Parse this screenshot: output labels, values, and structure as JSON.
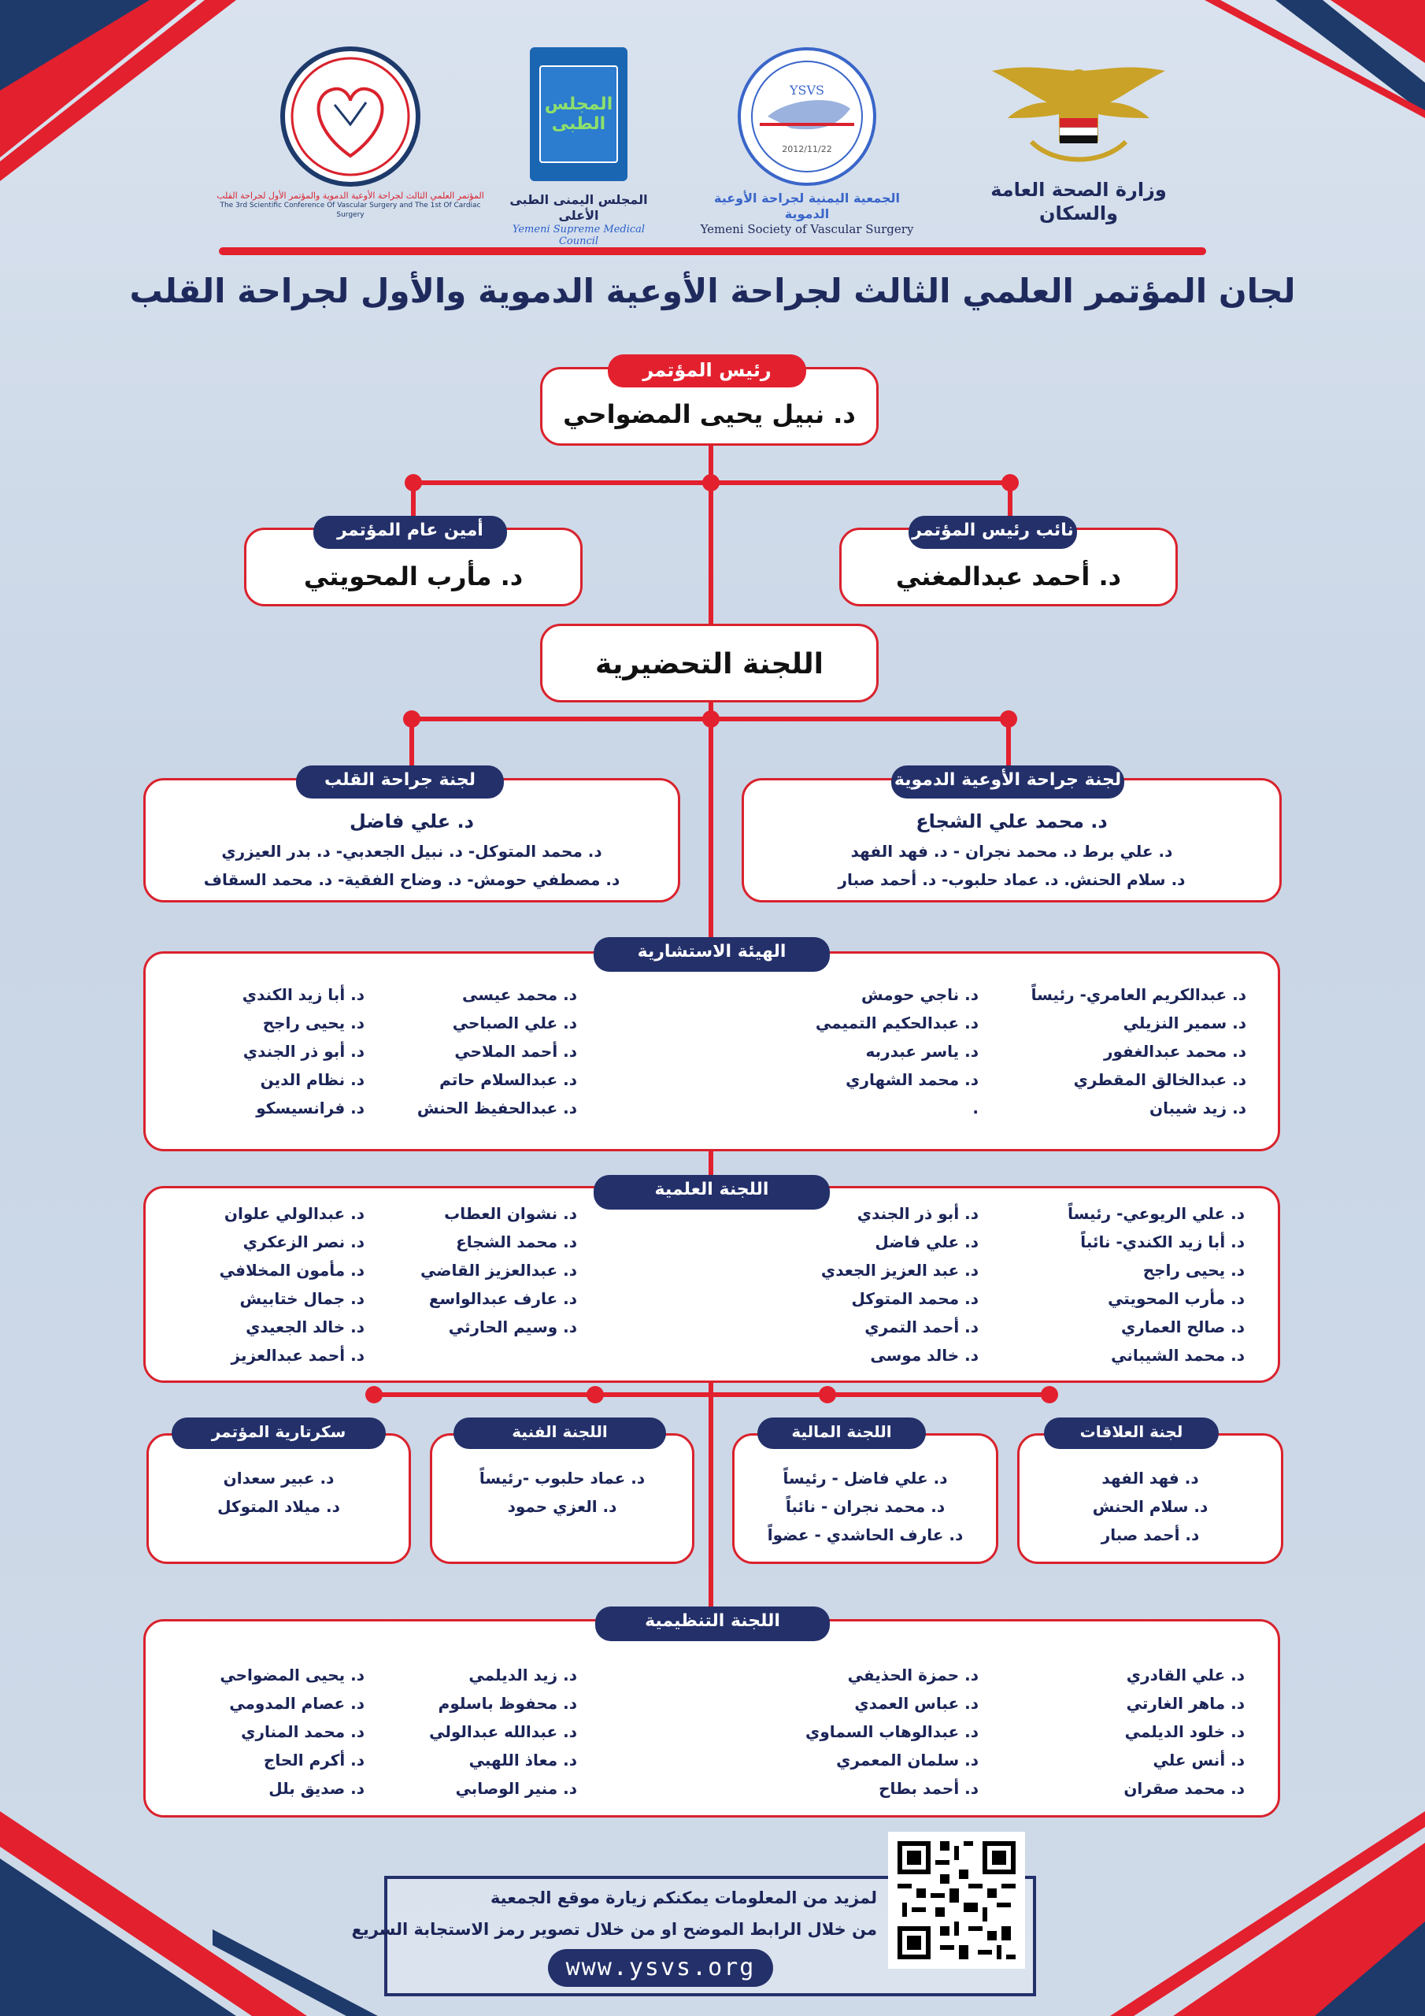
{
  "header": {
    "ministry": "وزارة الصحة العامة والسكان",
    "ysvs_ar": "الجمعية اليمنية لجراحة الأوعية الدموية",
    "ysvs_en": "Yemeni Society of Vascular Surgery",
    "ysvs_badge": "YSVS",
    "ysvs_date": "2012/11/22",
    "council_ar": "المجلس اليمنى الطبى الأعلى",
    "council_en": "Yemeni Supreme Medical Council",
    "council_logo": "المجلس الطبى",
    "conf_ar": "المؤتمر العلمي الثالث لجراحة الأوعية الدموية والمؤتمر الأول لجراحة القلب",
    "conf_en": "The 3rd Scientific Conference Of Vascular Surgery and The 1st Of Cardiac Surgery"
  },
  "title": "لجان المؤتمر العلمي الثالث لجراحة الأوعية الدموية والأول لجراحة القلب",
  "president": {
    "label": "رئيس المؤتمر",
    "name": "د. نبيل يحيى المضواحي"
  },
  "vice": {
    "label": "نائب رئيس المؤتمر",
    "name": "د. أحمد عبدالمغني"
  },
  "secretary_general": {
    "label": "أمين عام المؤتمر",
    "name": "د. مأرب المحويتي"
  },
  "prep": {
    "label": "اللجنة التحضيرية"
  },
  "vascular": {
    "label": "لجنة جراحة الأوعية الدموية",
    "lines": [
      "د. محمد علي الشجاع",
      "د. علي برط د. محمد نجران - د. فهد الفهد",
      "د. سلام الحنش. د. عماد حلبوب- د. أحمد صبار"
    ]
  },
  "cardiac": {
    "label": "لجنة جراحة القلب",
    "lines": [
      "د. علي فاضل",
      "د. محمد المتوكل- د. نبيل الجعدبي- د. بدر العيزري",
      "د. مصطفي حومش- د. وضاح الفقية- د. محمد السقاف"
    ]
  },
  "advisory": {
    "label": "الهيئة الاستشارية",
    "col1": [
      "د. عبدالكريم العامري- رئيساً",
      "د. سمير النزيلي",
      "د. محمد عبدالغفور",
      "د. عبدالخالق المقطري",
      "د. زيد شيبان"
    ],
    "col2": [
      "د. ناجي حومش",
      "د. عبدالحكيم التميمي",
      "د. ياسر عبدربه",
      "د. محمد الشهاري",
      "."
    ],
    "col3": [
      "د. محمد عيسى",
      "د. علي الصباحي",
      "د. أحمد الملاحي",
      "د. عبدالسلام حاتم",
      "د. عبدالحفيظ الحنش"
    ],
    "col4": [
      "د. أبا زيد الكندي",
      "د. يحيى راجح",
      "د. أبو ذر الجندي",
      "د. نظام الدين",
      "د. فرانسيسكو"
    ]
  },
  "scientific": {
    "label": "اللجنة العلمية",
    "col1": [
      "د. علي الريوعي- رئيساً",
      "د. أبا زيد الكندي- نائباً",
      "د. يحيى راجح",
      "د. مأرب المحويتي",
      "د. صالح العماري",
      "د. محمد الشيباني"
    ],
    "col2": [
      "د. أبو ذر الجندي",
      "د. علي فاضل",
      "د. عبد العزيز الجعدي",
      "د. محمد المتوكل",
      "د. أحمد التمري",
      "د. خالد موسى"
    ],
    "col3": [
      "د. نشوان العطاب",
      "د. محمد الشجاع",
      "د. عبدالعزيز القاضي",
      "د. عارف عبدالواسع",
      "د. وسيم الحارثي"
    ],
    "col4": [
      "د. عبدالولي علوان",
      "د. نصر الزعكري",
      "د. مأمون المخلافي",
      "د. جمال ختابيش",
      "د. خالد الجعيدي",
      "د. أحمد عبدالعزيز"
    ]
  },
  "relations": {
    "label": "لجنة العلاقات",
    "lines": [
      "د. فهد الفهد",
      "د. سلام الحنش",
      "د. أحمد صبار"
    ]
  },
  "finance": {
    "label": "اللجنة المالية",
    "lines": [
      "د. علي فاضل - رئيساً",
      "د. محمد نجران - نائباً",
      "د. عارف الحاشدي - عضواً"
    ]
  },
  "technical": {
    "label": "اللجنة الفنية",
    "lines": [
      "د. عماد حلبوب -رئيساً",
      "د. العزي حمود"
    ]
  },
  "secretariat": {
    "label": "سكرتارية المؤتمر",
    "lines": [
      "د. عبير سعدان",
      "د. ميلاد المتوكل"
    ]
  },
  "organizing": {
    "label": "اللجنة التنظيمية",
    "col1": [
      "د. علي القادري",
      "د. ماهر الغارتي",
      "د. خلود الديلمي",
      "د. أنس علي",
      "د. محمد صقران"
    ],
    "col2": [
      "د. حمزة الحذيفي",
      "د. عباس العمدي",
      "د. عبدالوهاب السماوي",
      "د. سلمان المعمري",
      "د. أحمد بطاح"
    ],
    "col3": [
      "د. زيد الديلمي",
      "د. محفوظ باسلوم",
      "د. عبدالله عبدالولي",
      "د. معاذ اللهبي",
      "د. منير الوصابي"
    ],
    "col4": [
      "د. يحيى المضواحي",
      "د. عصام المدومي",
      "د. محمد المناري",
      "د. أكرم الحاج",
      "د. صديق بلل"
    ]
  },
  "footer": {
    "line1": "لمزيد من المعلومات يمكنكم زيارة موقع الجمعية",
    "line2": "من خلال الرابط الموضح  او من خلال تصوير رمز الاستجابة السريع",
    "website": "www.ysvs.org"
  },
  "colors": {
    "navy": "#23306a",
    "red": "#e3202e",
    "bg": "#cfdae8"
  },
  "icons": [
    "eagle-emblem-icon",
    "ysvs-logo-icon",
    "medical-council-logo-icon",
    "heart-conference-logo-icon",
    "qr-code-icon"
  ]
}
